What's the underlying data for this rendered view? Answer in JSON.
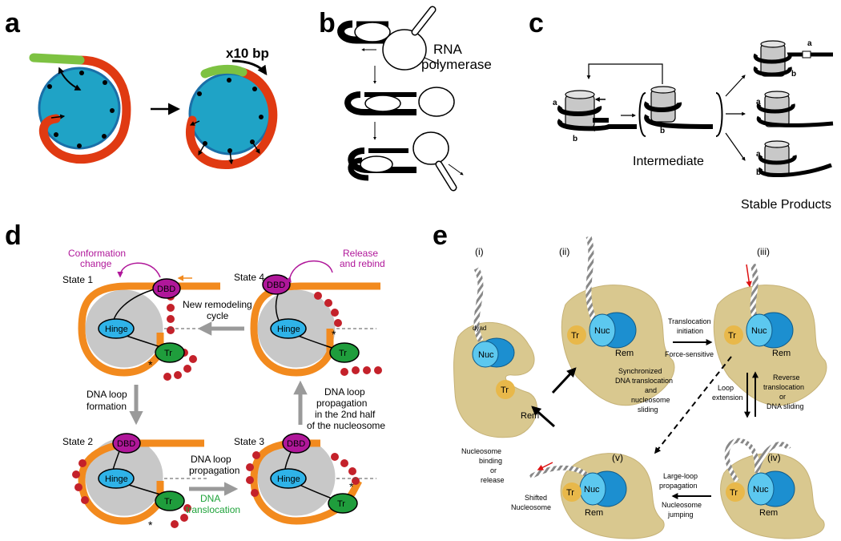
{
  "panels": {
    "a": {
      "letter": "a",
      "step_label": "x10 bp"
    },
    "b": {
      "letter": "b",
      "rnap_label_1": "RNA",
      "rnap_label_2": "polymerase"
    },
    "c": {
      "letter": "c",
      "site_a": "a",
      "site_b": "b",
      "intermediate": "Intermediate",
      "stable_products": "Stable Products"
    },
    "d": {
      "letter": "d",
      "conformation_change_1": "Conformation",
      "conformation_change_2": "change",
      "release_rebind_1": "Release",
      "release_rebind_2": "and rebind",
      "state1": "State 1",
      "state2": "State 2",
      "state3": "State 3",
      "state4": "State 4",
      "dbd": "DBD",
      "hinge": "Hinge",
      "tr": "Tr",
      "new_cycle_1": "New remodeling",
      "new_cycle_2": "cycle",
      "loop_formation_1": "DNA loop",
      "loop_formation_2": "formation",
      "loop_prop_1": "DNA loop",
      "loop_prop_2": "propagation",
      "translocation_1": "DNA",
      "translocation_2": "translocation",
      "second_half_1": "DNA loop",
      "second_half_2": "propagation",
      "second_half_3": "in the 2nd half",
      "second_half_4": "of the nucleosome",
      "asterisk": "*"
    },
    "e": {
      "letter": "e",
      "roman": [
        "(i)",
        "(ii)",
        "(iii)",
        "(iv)",
        "(v)"
      ],
      "nuc": "Nuc",
      "tr": "Tr",
      "rem": "Rem",
      "dyad": "dyad",
      "translocation_initiation": "Translocation",
      "translocation_initiation_2": "initiation",
      "force_sensitive": "Force-sensitive",
      "sync_1": "Synchronized",
      "sync_2": "DNA translocation",
      "sync_3": "and",
      "sync_4": "nucleosome",
      "sync_5": "sliding",
      "loop_extension_1": "Loop",
      "loop_extension_2": "extension",
      "reverse_1": "Reverse",
      "reverse_2": "translocation",
      "reverse_3": "or",
      "reverse_4": "DNA sliding",
      "large_loop_1": "Large-loop",
      "large_loop_2": "propagation",
      "jumping_1": "Nucleosome",
      "jumping_2": "jumping",
      "binding_1": "Nucleosome",
      "binding_2": "binding",
      "binding_3": "or",
      "binding_4": "release",
      "shifted_1": "Shifted",
      "shifted_2": "Nucleosome"
    }
  },
  "colors": {
    "dna_red": "#e03a12",
    "dna_green": "#7dc242",
    "histone_blue": "#1fa3c6",
    "orange": "#f28a1e",
    "dot_red": "#c4212a",
    "grey": "#c8c8c8",
    "dbd_magenta": "#b0179a",
    "hinge_blue": "#2fb3e8",
    "tr_green": "#1f9d3c",
    "rem_tan": "#d9c88f",
    "nuc_cyan": "#5cc8ef",
    "tr_yellow": "#e8b84a",
    "arrow_grey": "#9a9a9a"
  }
}
